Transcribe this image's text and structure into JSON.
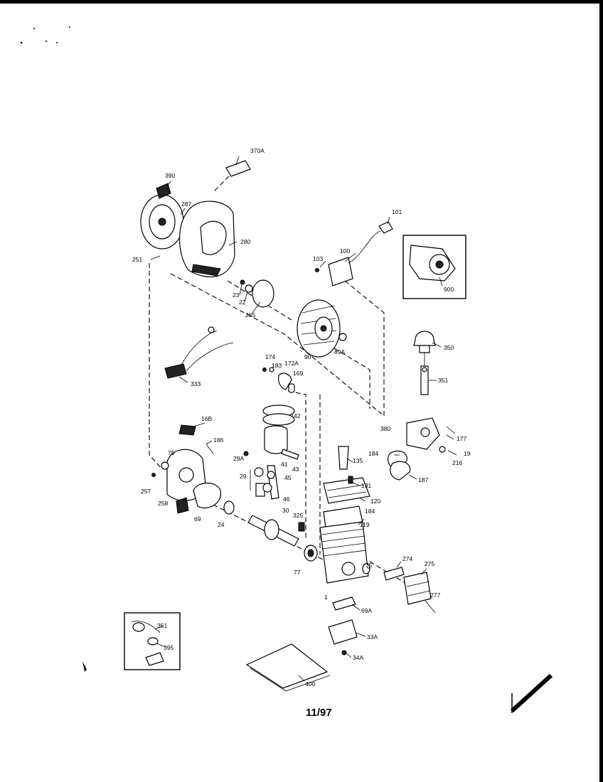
{
  "diagram": {
    "date_code": "11/97",
    "part_labels": {
      "p370A": "370A",
      "p390": "390",
      "p287": "287",
      "p280": "280",
      "p251": "251",
      "p23": "23",
      "p22": "22",
      "p285": "285",
      "p101": "101",
      "p100": "100",
      "p103": "103",
      "p900": "900",
      "p90": "90",
      "p89A": "89A",
      "p350": "350",
      "p351": "351",
      "p174": "174",
      "p183": "183",
      "p172A": "172A",
      "p169": "169",
      "p333": "333",
      "p42": "42",
      "p16B": "16B",
      "p186": "186",
      "p75a": "75",
      "p257": "257",
      "p258": "258",
      "p69": "69",
      "p24": "24",
      "p29A": "29A",
      "p29": "29",
      "p41": "41",
      "p43": "43",
      "p45": "45",
      "p46": "46",
      "p30": "30",
      "p325": "325",
      "p77": "77",
      "p380": "380",
      "p177": "177",
      "p19": "19",
      "p216": "216",
      "p184a": "184",
      "p187": "187",
      "p135": "135",
      "p131": "131",
      "p120": "120",
      "p184b": "184",
      "p119": "119",
      "p75b": "75",
      "p1": "1",
      "p274": "274",
      "p275": "275",
      "p277": "277",
      "p69A": "69A",
      "p33A": "33A",
      "p34A": "34A",
      "p351b": "351",
      "p395": "395",
      "p400": "400"
    }
  }
}
